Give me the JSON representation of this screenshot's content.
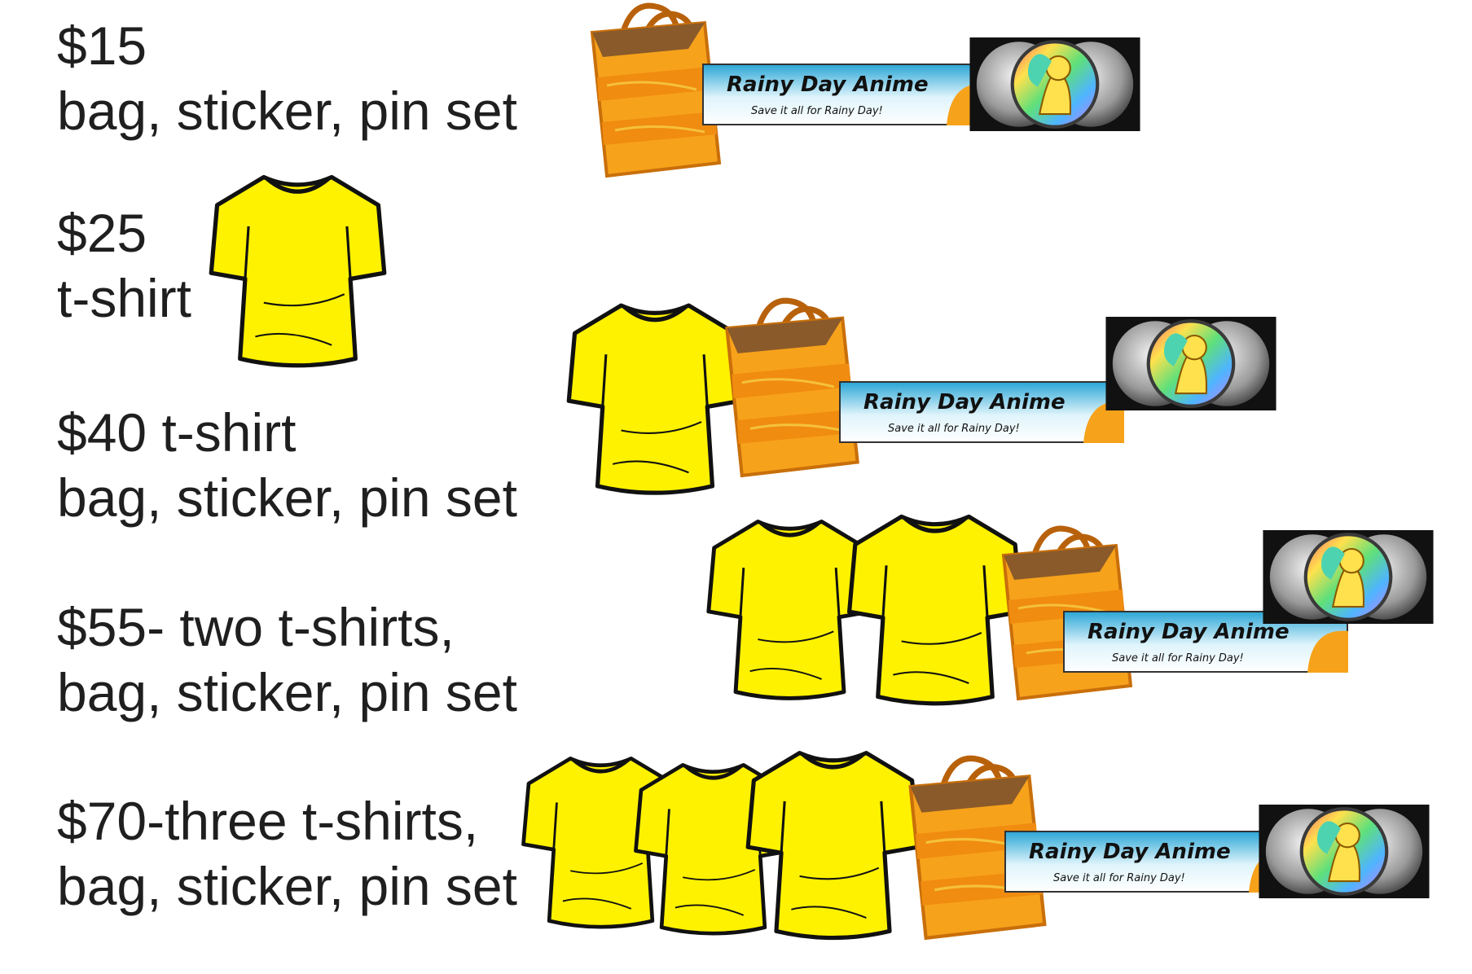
{
  "tiers": [
    {
      "line1": "$15",
      "line2": "bag, sticker, pin set",
      "items": [
        "bag",
        "sticker",
        "pin set"
      ]
    },
    {
      "line1": "$25",
      "line2": "t-shirt",
      "items": [
        "t-shirt"
      ]
    },
    {
      "line1": "$40 t-shirt",
      "line2": "bag, sticker, pin set",
      "items": [
        "t-shirt",
        "bag",
        "sticker",
        "pin set"
      ]
    },
    {
      "line1": "$55- two t-shirts,",
      "line2": "bag, sticker, pin set",
      "items": [
        "t-shirt",
        "t-shirt",
        "bag",
        "sticker",
        "pin set"
      ]
    },
    {
      "line1": "$70-three t-shirts,",
      "line2": "bag, sticker, pin set",
      "items": [
        "t-shirt",
        "t-shirt",
        "t-shirt",
        "bag",
        "sticker",
        "pin set"
      ]
    }
  ],
  "sticker": {
    "title": "Rainy Day Anime",
    "tagline": "Save it all for Rainy Day!"
  },
  "icons": [
    "t-shirt-icon",
    "tote-bag-icon",
    "sticker-icon",
    "pin-set-icon"
  ],
  "colors": {
    "shirt": "#fff200",
    "bag": "#f7a21b",
    "bag_stripe": "#f5c13a",
    "text": "#1f1f1f"
  }
}
